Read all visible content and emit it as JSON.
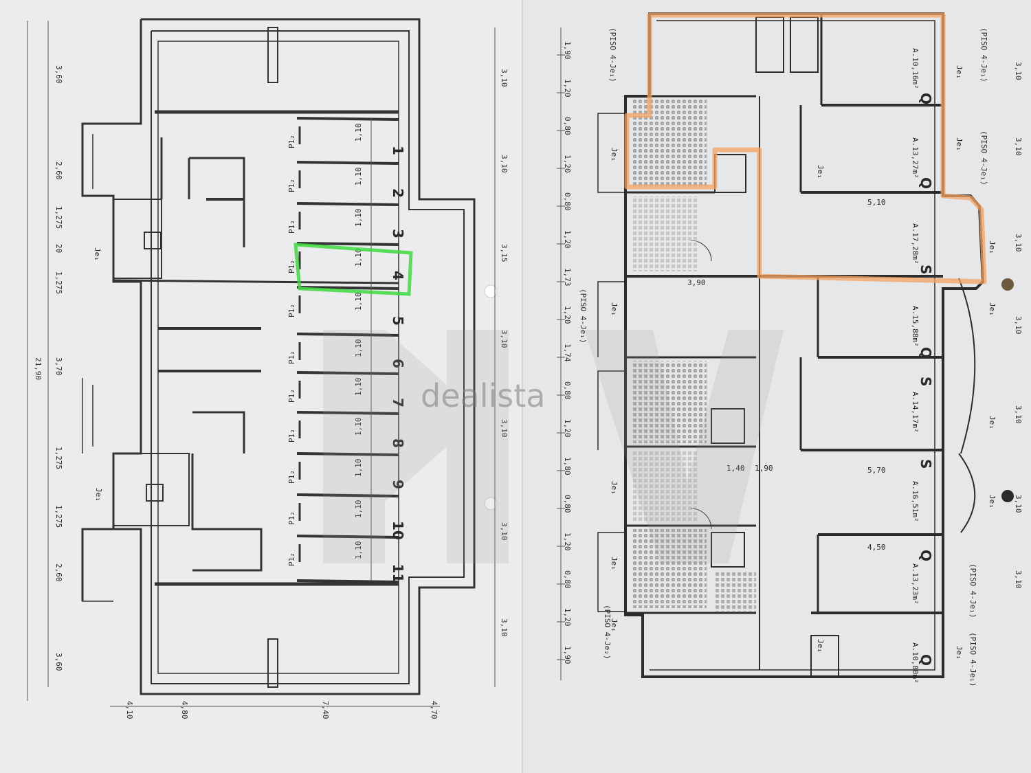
{
  "colors": {
    "paper_left": "#ececee",
    "paper_right": "#e7e8ea",
    "ink": "#2c2c2c",
    "highlight_green": "#3fd93f",
    "highlight_orange": "#f5a15f",
    "watermark": "#808080"
  },
  "watermark": {
    "text": "dealista"
  },
  "left_plan": {
    "storage_numbers": [
      "1",
      "2",
      "3",
      "4",
      "5",
      "6",
      "7",
      "8",
      "9",
      "10",
      "11"
    ],
    "door_label": "P1₂",
    "stair_label": "Je₁",
    "vertical_dimensions": [
      "3,60",
      "2,60",
      "1,275",
      "20",
      "1,275",
      "3,70",
      "1,275",
      "1,275",
      "2,60",
      "3,60"
    ],
    "overall_dimension": "21,90",
    "right_dimensions": [
      "3,10",
      "3,10",
      "3,15",
      "3,10",
      "3,10",
      "3,10",
      "3,10"
    ],
    "bottom_dimensions": [
      "4,10",
      "4,80",
      "7,40",
      "4,70"
    ]
  },
  "middle_dimensions": [
    "1,90",
    "1,20",
    "0,80",
    "1,20",
    "0,80",
    "1,20",
    "1,73",
    "1,20",
    "1,74",
    "0,80",
    "1,20",
    "1,80",
    "0,80",
    "1,20",
    "0,80",
    "1,20",
    "1,90"
  ],
  "right_plan": {
    "room_codes": [
      "Q",
      "Q",
      "S",
      "Q",
      "S",
      "S",
      "Q",
      "Q"
    ],
    "floor_label": "(PISO 4-Je₁)",
    "floor_label_alt": "(PISO 4-Je₂)",
    "window_label": "Je₁",
    "room_areas": [
      "A.10,16m²",
      "A.13,27m²",
      "A.17,28m²",
      "A.15,88m²",
      "A.14,17m²",
      "A.16,51m²",
      "A.13,23m²",
      "A.10,80m²"
    ],
    "right_dimensions": [
      "3,10",
      "3,10",
      "3,10",
      "3,10",
      "3,10",
      "3,10",
      "3,10"
    ],
    "inner_dims": [
      "5,10",
      "5,70",
      "4,50",
      "1,40",
      "1,90",
      "3,90"
    ]
  }
}
